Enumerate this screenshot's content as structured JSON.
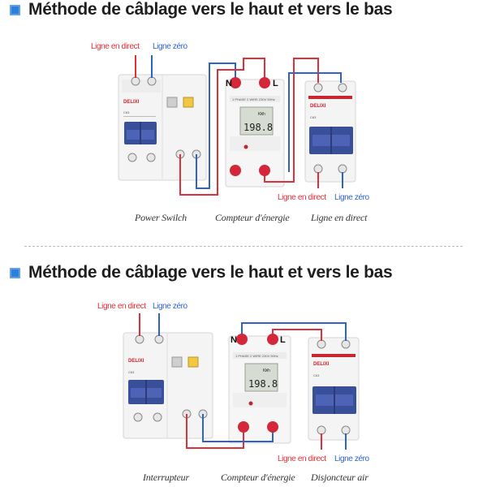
{
  "section1": {
    "title": "Méthode de câblage vers le haut et vers le bas",
    "label_live_top": "Ligne en direct",
    "label_zero_top": "Ligne zéro",
    "label_live_bottom": "Ligne en direct",
    "label_zero_bottom": "Ligne zéro",
    "caption_left": "Power Swilch",
    "caption_mid": "Compteur d'énergie",
    "caption_right": "Ligne en direct"
  },
  "section2": {
    "title": "Méthode de câblage vers le haut et vers le bas",
    "label_live_top": "Ligne en direct",
    "label_zero_top": "Ligne zéro",
    "label_live_bottom": "Ligne en direct",
    "label_zero_bottom": "Ligne zéro",
    "caption_left": "Interrupteur",
    "caption_mid": "Compteur d'énergie",
    "caption_right": "Disjoncteur air"
  },
  "devices": {
    "brand": "DELIXI",
    "model": "C63",
    "meter_header": "1 PHASE 2 WIRE 230V 50Hz",
    "meter_reading": "198.8",
    "meter_unit": "KWh",
    "terminal_n": "N",
    "terminal_l": "L"
  },
  "colors": {
    "live": "#e0303a",
    "zero": "#2f63c9",
    "heading_square": "#2f7fd9"
  }
}
